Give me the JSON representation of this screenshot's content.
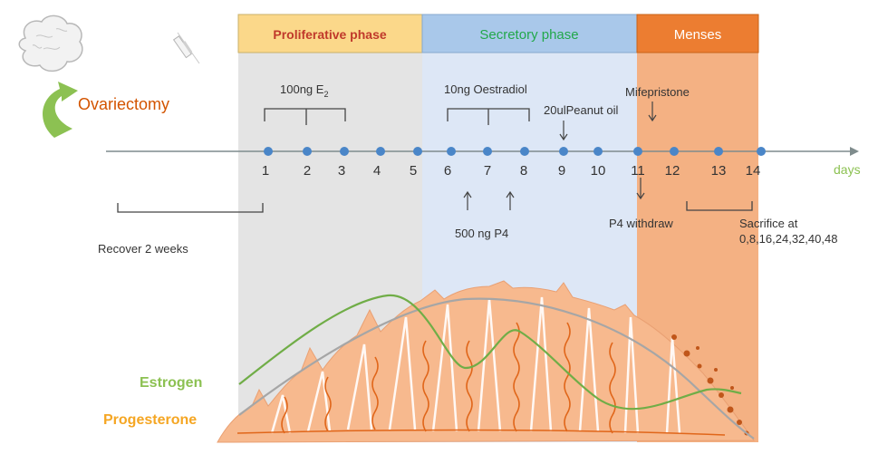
{
  "phases": [
    {
      "label": "Proliferative phase",
      "color": "#c0392b",
      "fill": "#fbd88a"
    },
    {
      "label": "Secretory phase",
      "color": "#22a84b",
      "fill": "#a9c8ea"
    },
    {
      "label": "Menses",
      "color": "#ffffff",
      "fill": "#ec7d31"
    }
  ],
  "ovariectomy": "Ovariectomy",
  "timeline": {
    "days": [
      "1",
      "2",
      "3",
      "4",
      "5",
      "6",
      "7",
      "8",
      "9",
      "10",
      "11",
      "12",
      "13",
      "14"
    ],
    "axis_label": "days"
  },
  "annotations": {
    "e2_prefix": "100ng E",
    "e2_sub": "2",
    "oestradiol": "10ng Oestradiol",
    "peanut_oil": "20ulPeanut oil",
    "mifepristone": "Mifepristone",
    "p4": "500 ng P4",
    "p4_withdraw": "P4 withdraw",
    "recover": "Recover 2 weeks",
    "sacrifice_line1": "Sacrifice at",
    "sacrifice_line2": "0,8,16,24,32,40,48"
  },
  "curves": {
    "estrogen": {
      "label": "Estrogen",
      "color": "#8cc152"
    },
    "progesterone": {
      "label": "Progesterone",
      "color": "#f5a623"
    }
  },
  "colors": {
    "axis": "#7f8c8d",
    "dot": "#4a86c8",
    "endometrium": "#f7b98e",
    "vessel": "#e0661a",
    "arrow_green": "#8cc152"
  }
}
